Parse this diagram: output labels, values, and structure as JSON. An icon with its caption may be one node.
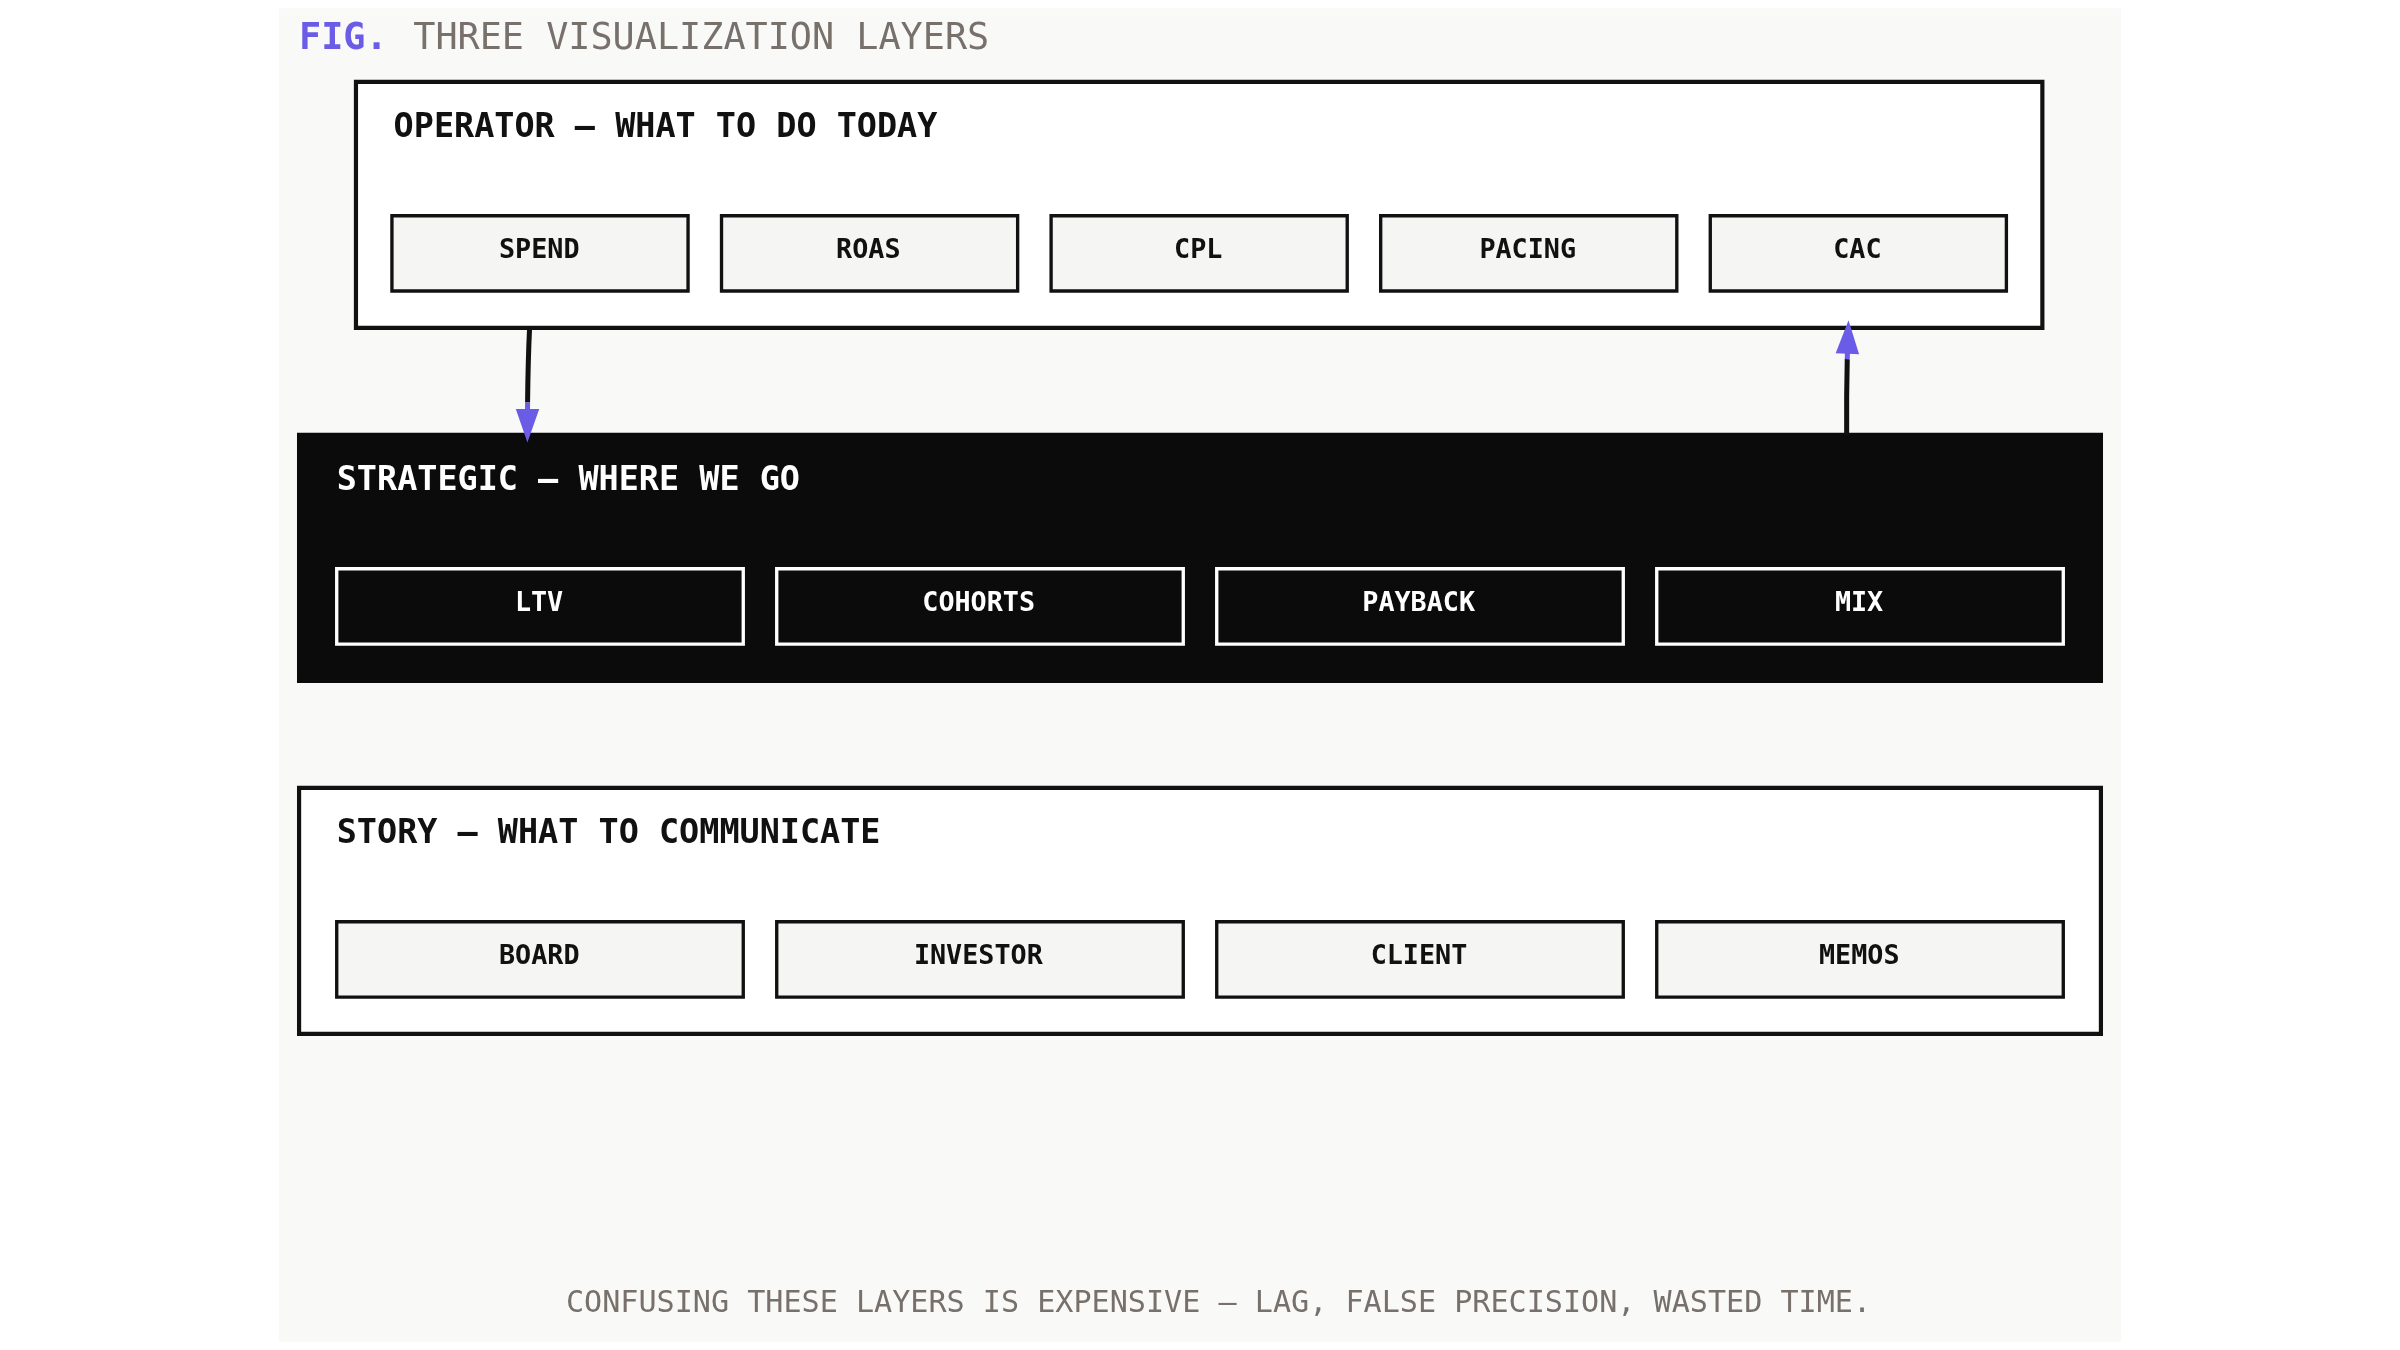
{
  "diagram": {
    "title": "FIG. THREE VISUALIZATION LAYERS",
    "caption": "CONFUSING THESE LAYERS IS EXPENSIVE — LAG, FALSE PRECISION, WASTED TIME.",
    "nodes": [
      {
        "text": [
          "OPERATOR — WHAT TO DO TODAY"
        ]
      },
      {
        "text": [
          "SPEND"
        ],
        "in": 0
      },
      {
        "text": [
          "ROAS"
        ],
        "in": 0
      },
      {
        "text": [
          "CPL"
        ],
        "in": 0
      },
      {
        "text": [
          "PACING"
        ],
        "in": 0
      },
      {
        "text": [
          "CAC"
        ],
        "in": 0
      },
      {
        "text": [
          "STRATEGIC — WHERE WE GO"
        ]
      },
      {
        "text": [
          "LTV"
        ],
        "in": 6
      },
      {
        "text": [
          "COHORTS"
        ],
        "in": 6
      },
      {
        "text": [
          "PAYBACK"
        ],
        "in": 6
      },
      {
        "text": [
          "MIX"
        ],
        "in": 6
      },
      {
        "text": [
          "STORY — WHAT TO COMMUNICATE"
        ]
      },
      {
        "text": [
          "BOARD"
        ],
        "in": 11
      },
      {
        "text": [
          "INVESTOR"
        ],
        "in": 11
      },
      {
        "text": [
          "CLIENT"
        ],
        "in": 11
      },
      {
        "text": [
          "MEMOS"
        ],
        "in": 11
      }
    ],
    "edges": [
      {
        "from": 0,
        "to": 6,
        "arrow": "to"
      },
      {
        "from": 6,
        "to": 0,
        "arrow": "to"
      }
    ]
  }
}
